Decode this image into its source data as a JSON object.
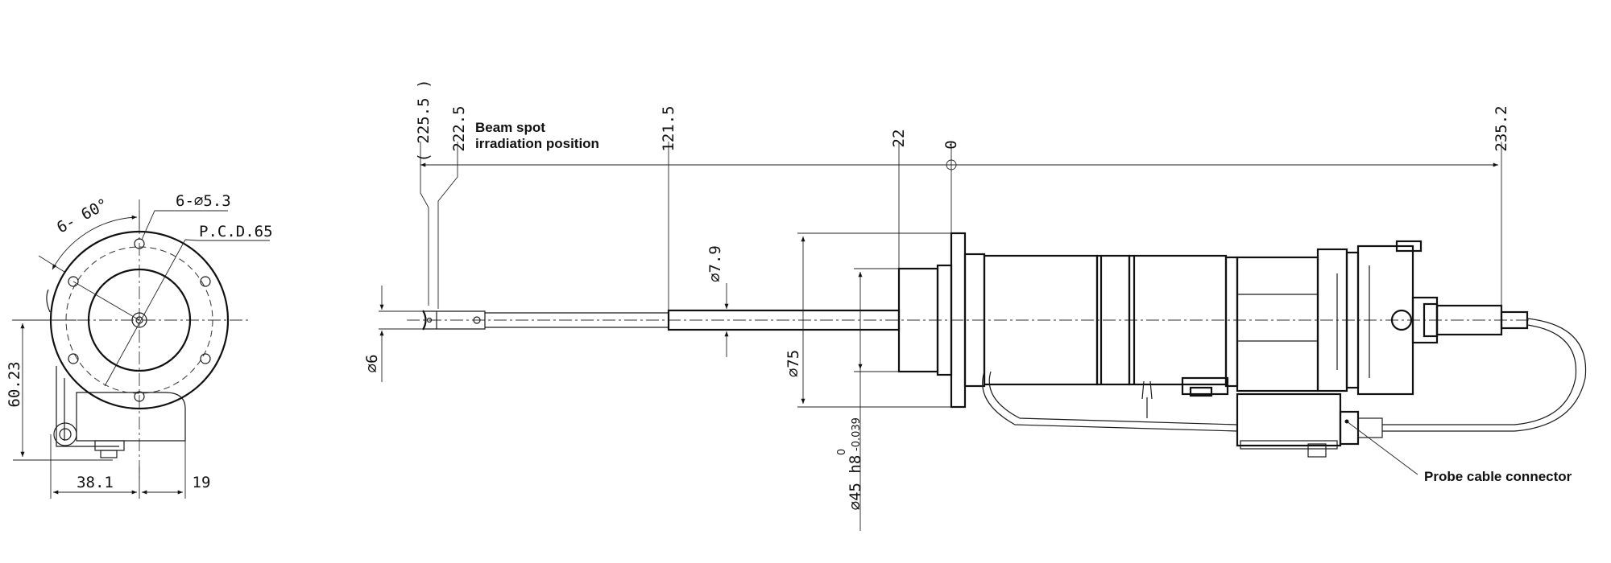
{
  "front_view": {
    "angle_label": "6- 60°",
    "holes_label": "6-∅5.3",
    "pcd_label": "P.C.D.65",
    "height_label": "60.23",
    "width_left_label": "38.1",
    "width_right_label": "19"
  },
  "side_view": {
    "pos_ref_label": "( 225.5 )",
    "pos_beam_label": "222.5",
    "beam_note_line1": "Beam spot",
    "beam_note_line2": "irradiation position",
    "pos_121_label": "121.5",
    "pos_22_label": "22",
    "pos_0_label": "0",
    "pos_235_label": "235.2",
    "dia_6_label": "∅6",
    "dia_7_9_label": "∅7.9",
    "dia_75_label": "∅75",
    "dia_45_label": "∅45 h8",
    "tol_upper_label": "0",
    "tol_lower_label": "-0.039",
    "connector_note": "Probe cable connector"
  },
  "colors": {
    "line": "#1a1a1a",
    "background": "#ffffff"
  }
}
